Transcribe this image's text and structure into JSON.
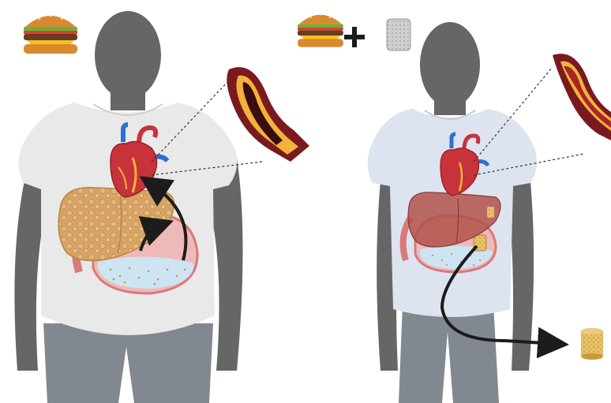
{
  "scenes": [
    {
      "id": "left-figure",
      "description_items": [
        "burger-icon",
        "obese-body-silhouette",
        "heart",
        "fatty-liver",
        "stomach",
        "artery-with-plaque"
      ]
    },
    {
      "id": "right-figure",
      "description_items": [
        "burger-icon",
        "plus-icon",
        "sponge-capsule-icon",
        "slim-body-silhouette",
        "heart",
        "healthy-liver",
        "stomach",
        "healthy-artery",
        "expelled-sponge-icon"
      ]
    }
  ],
  "colors": {
    "silhouette": "#666666",
    "shirt_left": "#e9e9e9",
    "shirt_right": "#dde3ef",
    "pants": "#828890",
    "artery_wall": "#7a1a1f",
    "plaque": "#f2b33a",
    "heart_red": "#c8323a",
    "vessel_blue": "#2e6fd1",
    "liver_fatty": "#d8a466",
    "liver_healthy": "#b2524c",
    "stomach_fluid": "#cde4f2",
    "sponge": "#e7c068",
    "arrow": "#1c1c1c"
  }
}
